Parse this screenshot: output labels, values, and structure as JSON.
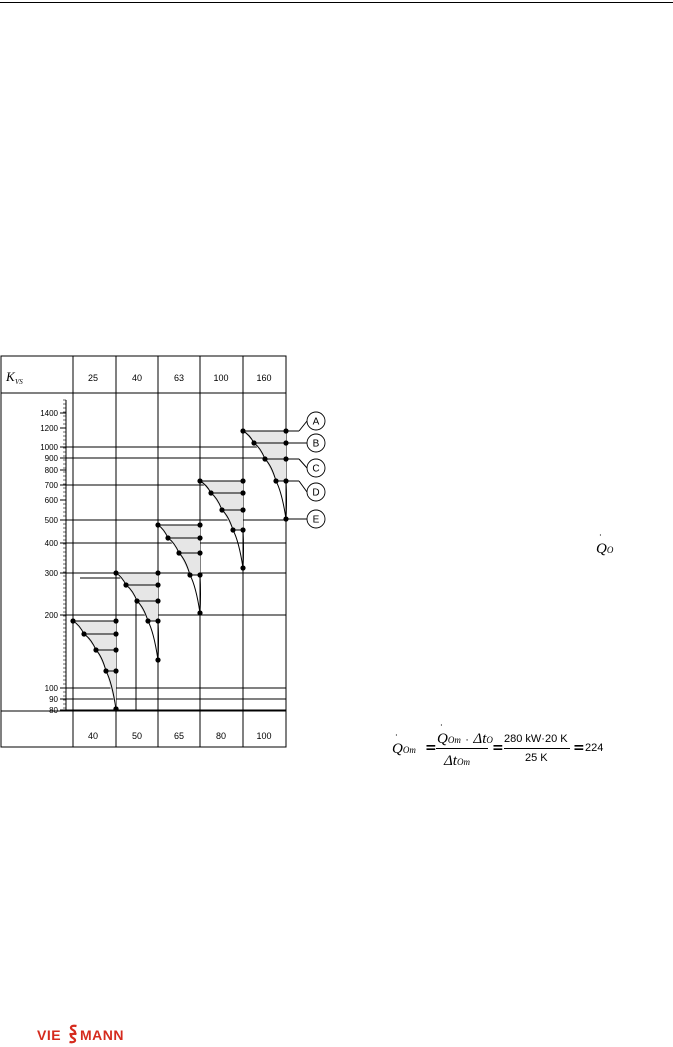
{
  "header_kvs_label": "K",
  "header_kvs_sub": "VS",
  "kvs_columns": [
    "25",
    "40",
    "63",
    "100",
    "160"
  ],
  "dn_columns": [
    "40",
    "50",
    "65",
    "80",
    "100"
  ],
  "y_axis_ticks": [
    "1400",
    "1200",
    "1000",
    "900",
    "800",
    "700",
    "600",
    "500",
    "400",
    "300",
    "200",
    "100",
    "90",
    "80"
  ],
  "curve_labels": [
    "A",
    "B",
    "C",
    "D",
    "E"
  ],
  "symbol_qo": {
    "main": "Q",
    "sub": "O"
  },
  "formula": {
    "lhs": {
      "main": "Q",
      "sub": "Om"
    },
    "num_left": {
      "main": "Q",
      "sub": "Om"
    },
    "dot_op": "·",
    "num_right": {
      "main": "Δt",
      "sub": "O"
    },
    "den": {
      "main": "Δt",
      "sub": "Om"
    },
    "equals": "=",
    "num_value": "280 kW·20 K",
    "den_value": "25 K",
    "result": "224"
  },
  "logo": {
    "left": "VIE",
    "right": "MANN",
    "color": "#d52b1e"
  },
  "colors": {
    "fill": "#e6e6e6",
    "line": "#000000"
  }
}
